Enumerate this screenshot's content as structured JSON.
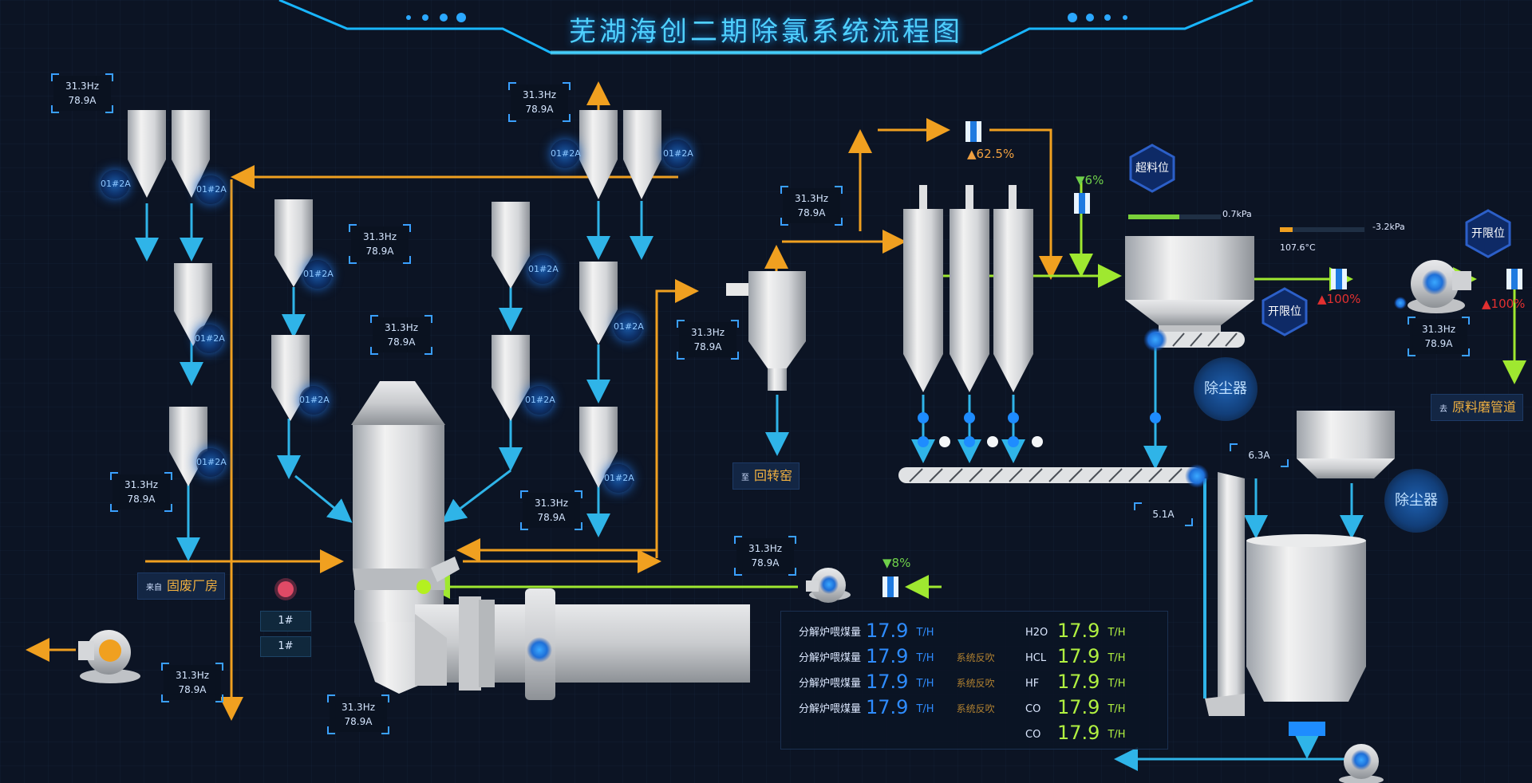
{
  "title": "芜湖海创二期除氯系统流程图",
  "readings": [
    {
      "hz": "31.3Hz",
      "a": "78.9A"
    },
    {
      "hz": "31.3Hz",
      "a": "78.9A"
    },
    {
      "hz": "31.3Hz",
      "a": "78.9A"
    },
    {
      "hz": "31.3Hz",
      "a": "78.9A"
    },
    {
      "hz": "31.3Hz",
      "a": "78.9A"
    },
    {
      "hz": "31.3Hz",
      "a": "78.9A"
    },
    {
      "hz": "31.3Hz",
      "a": "78.9A"
    },
    {
      "hz": "31.3Hz",
      "a": "78.9A"
    },
    {
      "hz": "31.3Hz",
      "a": "78.9A"
    },
    {
      "hz": "31.3Hz",
      "a": "78.9A"
    },
    {
      "hz": "31.3Hz",
      "a": "78.9A"
    },
    {
      "hz": "31.3Hz",
      "a": "78.9A"
    }
  ],
  "gauge_label": "01#2A",
  "hex": {
    "overflow": "超料位",
    "open1": "开限位",
    "open2": "开限位"
  },
  "pct": {
    "p1": "62.5%",
    "p2": "6%",
    "p3": "8%",
    "p4": "100%",
    "p5": "100%"
  },
  "tags": {
    "kiln_prefix": "至",
    "kiln": "回转窑",
    "waste_prefix": "来自",
    "waste": "固废厂房",
    "pipe_prefix": "去",
    "pipe": "原料磨管道"
  },
  "dust": {
    "d1": "除尘器",
    "d2": "除尘器"
  },
  "mini": {
    "m1": "6.3A",
    "m2": "5.1A"
  },
  "pressure": {
    "p1": {
      "value": "0.7kPa",
      "level": 0.55
    },
    "p2": {
      "value": "-3.2kPa",
      "temp": "107.6°C",
      "level": 0.15
    }
  },
  "unit_tags": [
    "1#",
    "1#"
  ],
  "stats": {
    "left": [
      {
        "label": "分解炉喂煤量",
        "value": "17.9",
        "unit": "T/H",
        "note": ""
      },
      {
        "label": "分解炉喂煤量",
        "value": "17.9",
        "unit": "T/H",
        "note": "系统反吹"
      },
      {
        "label": "分解炉喂煤量",
        "value": "17.9",
        "unit": "T/H",
        "note": "系统反吹"
      },
      {
        "label": "分解炉喂煤量",
        "value": "17.9",
        "unit": "T/H",
        "note": "系统反吹"
      }
    ],
    "right": [
      {
        "label": "H2O",
        "value": "17.9",
        "unit": "T/H"
      },
      {
        "label": "HCL",
        "value": "17.9",
        "unit": "T/H"
      },
      {
        "label": "HF",
        "value": "17.9",
        "unit": "T/H"
      },
      {
        "label": "CO",
        "value": "17.9",
        "unit": "T/H"
      },
      {
        "label": "CO",
        "value": "17.9",
        "unit": "T/H"
      }
    ]
  },
  "colors": {
    "orange": "#f0a020",
    "lime": "#9fe830",
    "cyan": "#2fb4e8",
    "accent": "#1ea8ff"
  }
}
